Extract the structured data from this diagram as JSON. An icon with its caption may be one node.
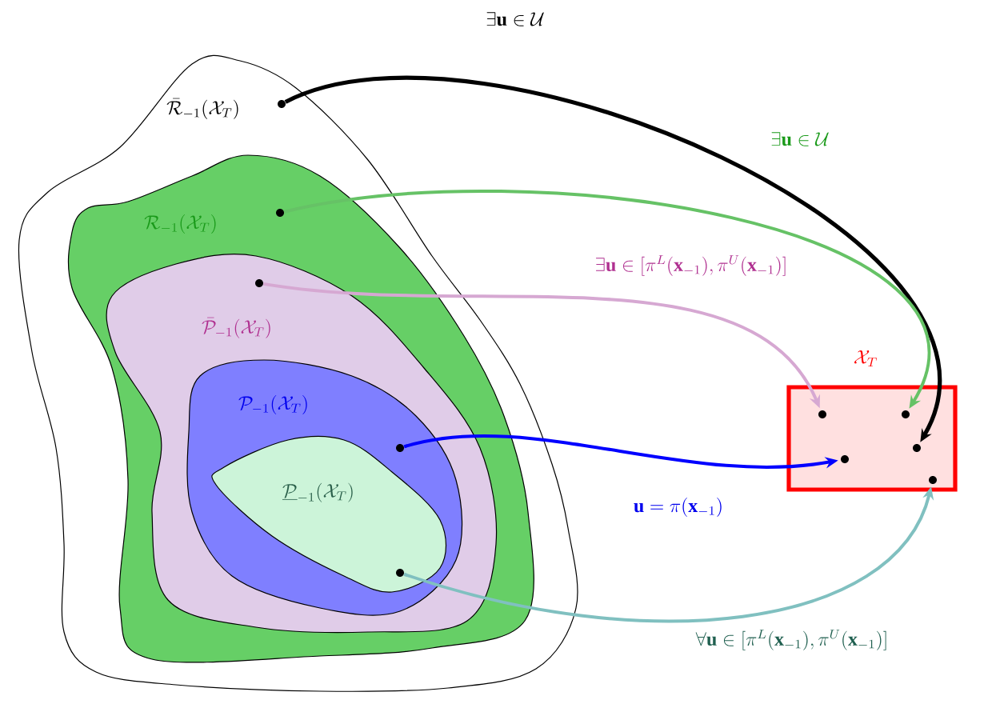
{
  "diagram": {
    "nodes": [
      {
        "text": [
          "\\bar{\\mathcal{R}}_{-1}(\\mathcal{X}_T)"
        ]
      },
      {
        "text": [
          "\\mathcal{R}_{-1}(\\mathcal{X}_T)"
        ],
        "in": 0
      },
      {
        "text": [
          "\\bar{\\mathcal{P}}_{-1}(\\mathcal{X}_T)"
        ],
        "in": 1
      },
      {
        "text": [
          "\\mathcal{P}_{-1}(\\mathcal{X}_T)"
        ],
        "in": 2
      },
      {
        "text": [
          "\\underline{\\mathcal{P}}_{-1}(\\mathcal{X}_T)"
        ],
        "in": 3
      },
      {
        "text": [
          "\\mathcal{X}_T"
        ]
      },
      {
        "text": [],
        "shape": "circle",
        "in": 0
      },
      {
        "text": [],
        "shape": "circle",
        "in": 1
      },
      {
        "text": [],
        "shape": "circle",
        "in": 2
      },
      {
        "text": [],
        "shape": "circle",
        "in": 3
      },
      {
        "text": [],
        "shape": "circle",
        "in": 4
      },
      {
        "text": [],
        "shape": "circle",
        "in": 5
      },
      {
        "text": [],
        "shape": "circle",
        "in": 5
      },
      {
        "text": [],
        "shape": "circle",
        "in": 5
      },
      {
        "text": [],
        "shape": "circle",
        "in": 5
      },
      {
        "text": [],
        "shape": "circle",
        "in": 5
      }
    ],
    "edges": [
      {
        "from": 6,
        "to": 14,
        "arrow": "to",
        "label": "\\exists\\mathbf{u}\\in\\mathcal{U}",
        "color": "#000000"
      },
      {
        "from": 7,
        "to": 12,
        "arrow": "to",
        "label": "\\exists\\mathbf{u}\\in\\mathcal{U}",
        "color": "#66c266"
      },
      {
        "from": 8,
        "to": 11,
        "arrow": "to",
        "label": "\\exists\\mathbf{u}\\in[\\pi^L(\\mathbf{x}_{-1}),\\pi^U(\\mathbf{x}_{-1})]",
        "color": "#d6a8d2"
      },
      {
        "from": 9,
        "to": 13,
        "arrow": "to",
        "label": "\\mathbf{u}=\\pi(\\mathbf{x}_{-1})",
        "color": "#0000ff"
      },
      {
        "from": 10,
        "to": 15,
        "arrow": "to",
        "label": "\\forall\\mathbf{u}\\in[\\pi^L(\\mathbf{x}_{-1}),\\pi^U(\\mathbf{x}_{-1})]",
        "color": "#80c0c0"
      }
    ]
  }
}
